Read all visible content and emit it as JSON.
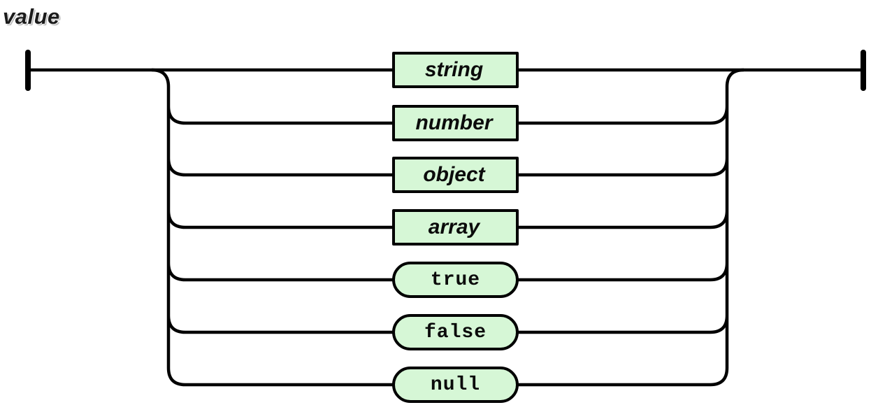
{
  "diagram": {
    "title": "value",
    "nodes": [
      {
        "label": "string",
        "kind": "nonterminal",
        "shape": "rectangle"
      },
      {
        "label": "number",
        "kind": "nonterminal",
        "shape": "rectangle"
      },
      {
        "label": "object",
        "kind": "nonterminal",
        "shape": "rectangle"
      },
      {
        "label": "array",
        "kind": "nonterminal",
        "shape": "rectangle"
      },
      {
        "label": "true",
        "kind": "terminal",
        "shape": "pill"
      },
      {
        "label": "false",
        "kind": "terminal",
        "shape": "pill"
      },
      {
        "label": "null",
        "kind": "terminal",
        "shape": "pill"
      }
    ],
    "colors": {
      "node_fill": "#d6f7d6",
      "line": "#000000",
      "background": "#ffffff"
    }
  }
}
